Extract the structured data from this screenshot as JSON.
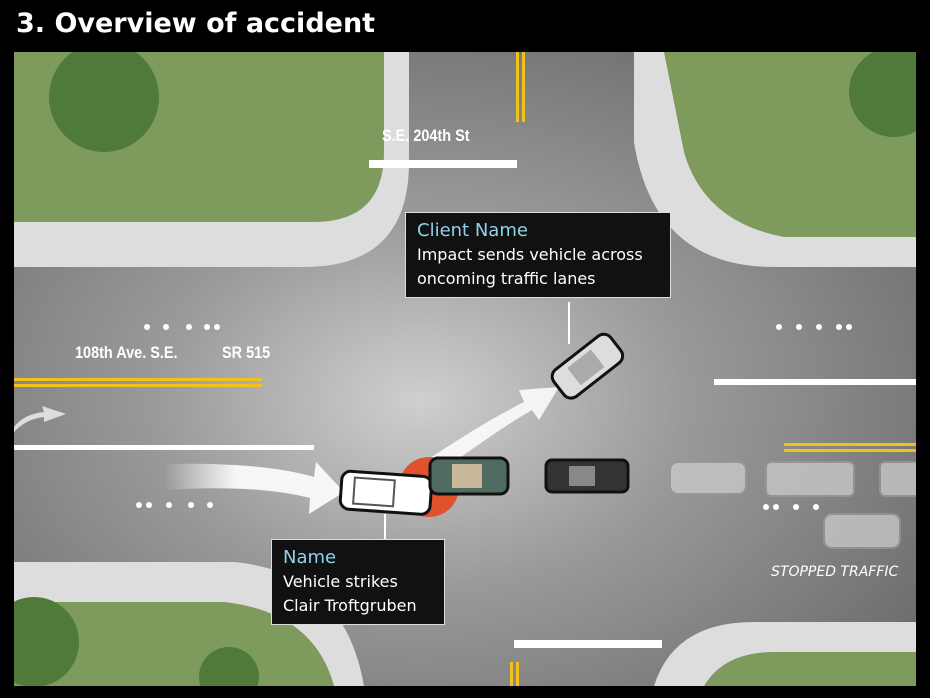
{
  "title": "3. Overview of accident",
  "roads": {
    "cross_street": "S.E. 204th St",
    "main_road": "108th Ave. S.E.",
    "route": "SR 515"
  },
  "callouts": [
    {
      "heading": "Client Name",
      "lines": [
        "Impact sends  vehicle across",
        "oncoming traffic lanes"
      ]
    },
    {
      "heading": "Name",
      "lines": [
        "Vehicle strikes",
        "Clair Troftgruben"
      ]
    }
  ],
  "stopped_traffic": "STOPPED TRAFFIC",
  "colors": {
    "road": "#8a8a8a",
    "grass": "#7e9a5c",
    "lane_yellow": "#f2c21b",
    "impact": "#e0522d",
    "callout_heading": "#8fd3e8"
  }
}
